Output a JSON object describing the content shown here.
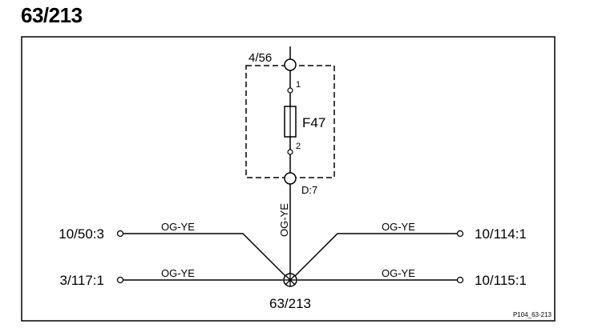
{
  "title": "63/213",
  "fuse": {
    "top_connector": "4/56",
    "pin_top": "1",
    "pin_bottom": "2",
    "label": "F47",
    "bottom_connector": "D:7"
  },
  "center_wire_color": "OG-YE",
  "splice_label": "63/213",
  "left_connections": [
    {
      "terminal": "10/50:3",
      "wire_color": "OG-YE"
    },
    {
      "terminal": "3/117:1",
      "wire_color": "OG-YE"
    }
  ],
  "right_connections": [
    {
      "terminal": "10/114:1",
      "wire_color": "OG-YE"
    },
    {
      "terminal": "10/115:1",
      "wire_color": "OG-YE"
    }
  ],
  "figure_code": "P104_63-213"
}
